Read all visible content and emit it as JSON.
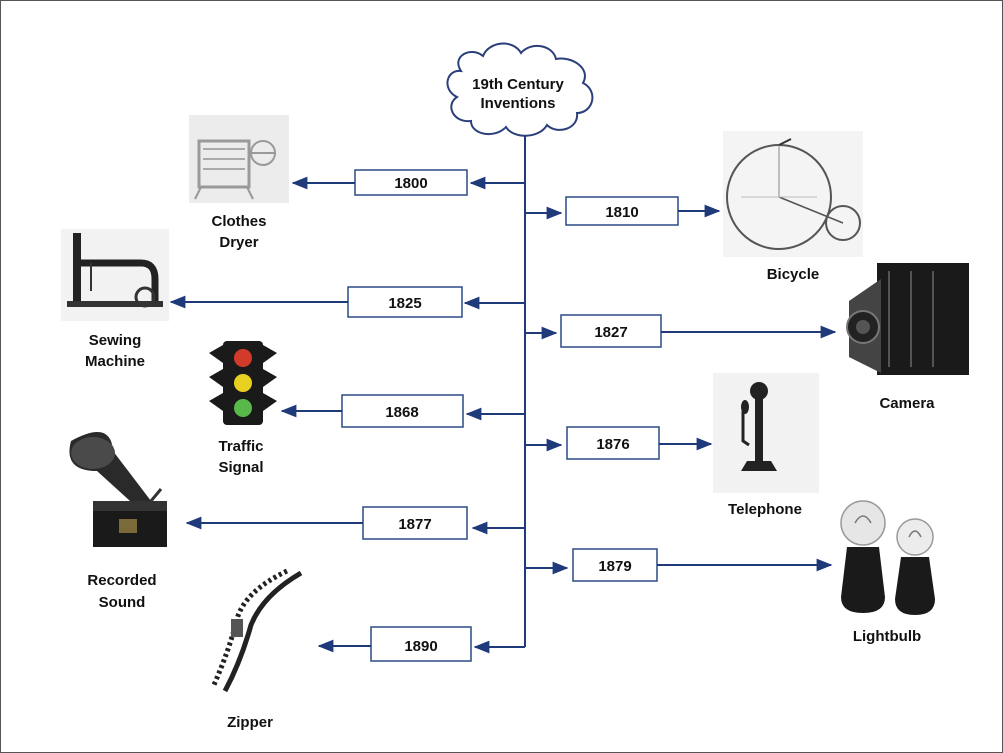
{
  "title": {
    "line1": "19th Century",
    "line2": "Inventions"
  },
  "inventions": [
    {
      "year": "1800",
      "name_lines": [
        "Clothes",
        "Dryer"
      ],
      "icon": "clothes-dryer-icon"
    },
    {
      "year": "1810",
      "name_lines": [
        "Bicycle"
      ],
      "icon": "penny-farthing-bicycle-icon"
    },
    {
      "year": "1825",
      "name_lines": [
        "Sewing",
        "Machine"
      ],
      "icon": "sewing-machine-icon"
    },
    {
      "year": "1827",
      "name_lines": [
        "Camera"
      ],
      "icon": "folding-camera-icon"
    },
    {
      "year": "1868",
      "name_lines": [
        "Traffic",
        "Signal"
      ],
      "icon": "traffic-light-icon"
    },
    {
      "year": "1876",
      "name_lines": [
        "Telephone"
      ],
      "icon": "candlestick-telephone-icon"
    },
    {
      "year": "1877",
      "name_lines": [
        "Recorded",
        "Sound"
      ],
      "icon": "gramophone-icon"
    },
    {
      "year": "1879",
      "name_lines": [
        "Lightbulb"
      ],
      "icon": "lightbulb-icon"
    },
    {
      "year": "1890",
      "name_lines": [
        "Zipper"
      ],
      "icon": "zipper-icon"
    }
  ],
  "colors": {
    "line": "#1f3a7a",
    "box_border": "#2b4a86",
    "text": "#111111",
    "cloud_border": "#2b3f7a"
  }
}
